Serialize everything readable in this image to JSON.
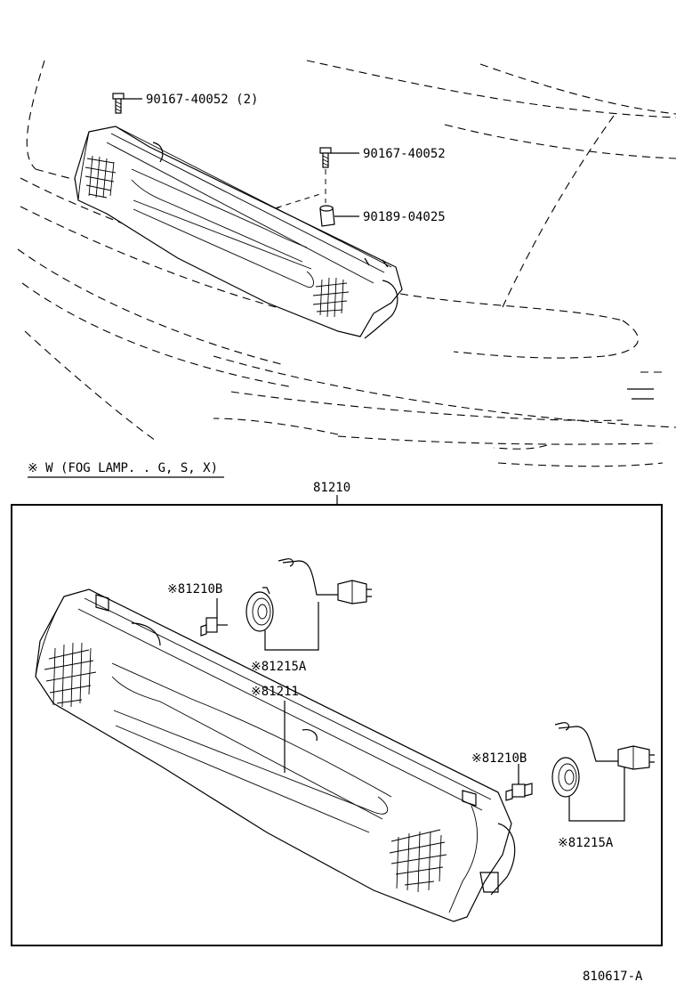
{
  "labels": {
    "bolt_top": "90167-40052 (2)",
    "bolt_mid": "90167-40052",
    "nut_clip": "90189-04025",
    "variant_note": "※ W (FOG  LAMP. . G, S, X)",
    "assembly": "81210",
    "bulb_left": "※81210B",
    "socket_left": "※81215A",
    "housing": "※81211",
    "bulb_right": "※81210B",
    "socket_right": "※81215A",
    "drawing_number": "810617-A"
  }
}
